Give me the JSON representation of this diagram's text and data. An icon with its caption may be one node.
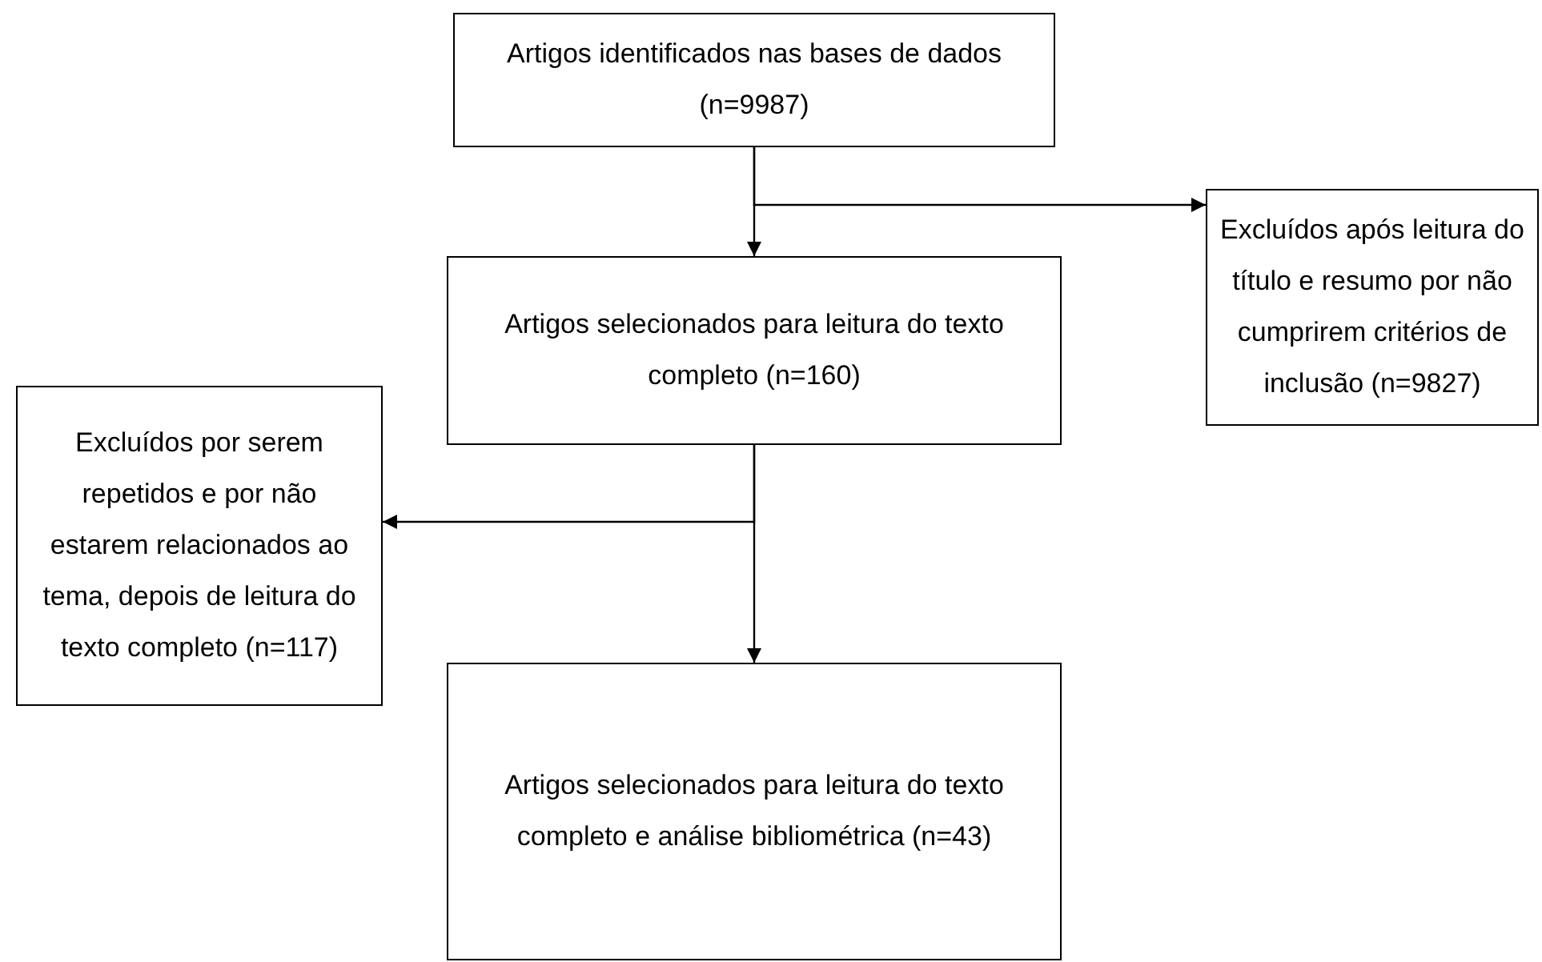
{
  "diagram": {
    "nodes": [
      {
        "text": [
          "Artigos identificados nas bases de dados (n=9987)"
        ]
      },
      {
        "text": [
          "Excluídos após leitura do título e resumo por não cumprirem critérios de inclusão (n=9827)"
        ]
      },
      {
        "text": [
          "Artigos selecionados para leitura do texto completo (n=160)"
        ]
      },
      {
        "text": [
          "Excluídos por serem repetidos e por não estarem relacionados ao tema, depois de leitura do texto completo (n=117)"
        ]
      },
      {
        "text": [
          "Artigos selecionados para leitura do texto completo e análise bibliométrica (n=43)"
        ]
      }
    ],
    "edges": [
      {
        "from": 0,
        "to": 2,
        "arrow": "to"
      },
      {
        "from": 0,
        "to": 1,
        "arrow": "to"
      },
      {
        "from": 2,
        "to": 4,
        "arrow": "to"
      },
      {
        "from": 2,
        "to": 3,
        "arrow": "to"
      }
    ]
  }
}
